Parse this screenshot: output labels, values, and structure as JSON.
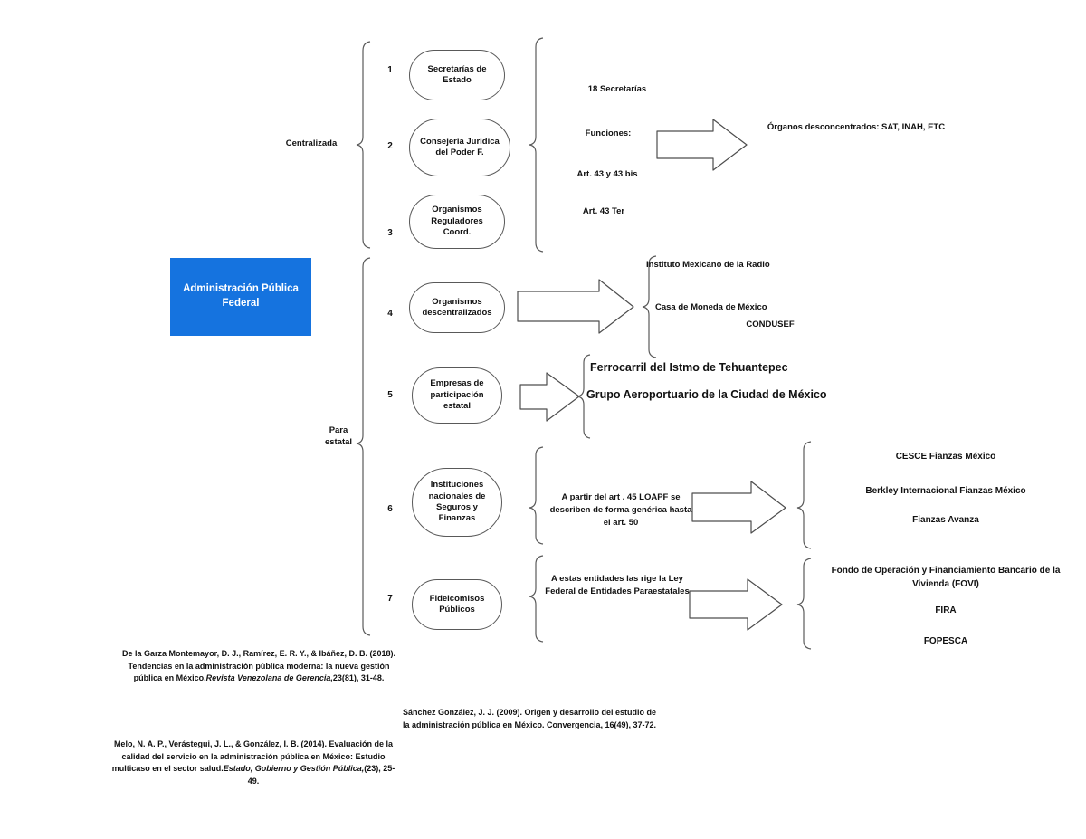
{
  "diagram": {
    "root": {
      "label": "Administración Pública Federal",
      "color": "#1573df"
    },
    "branches": [
      {
        "label": "Centralizada"
      },
      {
        "label": "Para estatal"
      }
    ],
    "nodes": [
      {
        "number": "1",
        "label": "Secretarías de Estado"
      },
      {
        "number": "2",
        "label": "Consejería Jurídica del Poder F."
      },
      {
        "number": "3",
        "label": "Organismos Reguladores Coord."
      },
      {
        "number": "4",
        "label": "Organismos descentralizados"
      },
      {
        "number": "5",
        "label": "Empresas de participación estatal"
      },
      {
        "number": "6",
        "label": "Instituciones nacionales de Seguros y Finanzas"
      },
      {
        "number": "7",
        "label": "Fideicomisos Públicos"
      }
    ],
    "centralizada_notes": [
      "18 Secretarías",
      "Funciones:",
      "Art. 43 y 43 bis",
      "Art. 43 Ter"
    ],
    "desconcentrados": "Órganos desconcentrados: SAT, INAH, ETC",
    "descentralizados_items": [
      "Instituto Mexicano de la Radio",
      "Casa de Moneda de México",
      "CONDUSEF"
    ],
    "participacion_items": [
      "Ferrocarril del Istmo de Tehuantepec",
      "Grupo Aeroportuario de la Ciudad de México"
    ],
    "seguros_note": "A partir del art . 45 LOAPF se describen de forma genérica hasta el art. 50",
    "seguros_items": [
      "CESCE Fianzas México",
      "Berkley Internacional Fianzas México",
      "Fianzas Avanza"
    ],
    "fideicomisos_note": "A estas entidades las rige la Ley Federal de Entidades Paraestatales",
    "fideicomisos_items": [
      "Fondo de Operación y Financiamiento Bancario de la Vivienda (FOVI)",
      "FIRA",
      "FOPESCA"
    ]
  },
  "references": {
    "ref1": {
      "text_a": "De la Garza Montemayor, D. J., Ramírez, E. R. Y., & Ibáñez, D. B. (2018). Tendencias en la administración pública moderna: la nueva gestión pública en México.",
      "italic": "Revista Venezolana de Gerencia,",
      "text_b": "23(81), 31-48."
    },
    "ref2": {
      "text_a": "Melo, N. A. P., Verástegui, J. L., & González, I. B. (2014). Evaluación de la calidad del servicio en la administración pública en México: Estudio multicaso en el sector salud.",
      "italic": "Estado, Gobierno y Gestión Pública,",
      "text_b": "(23), 25-49."
    },
    "ref3": {
      "text": "Sánchez González, J. J. (2009). Origen y desarrollo del estudio de la administración pública en México. Convergencia, 16(49), 37-72."
    }
  }
}
